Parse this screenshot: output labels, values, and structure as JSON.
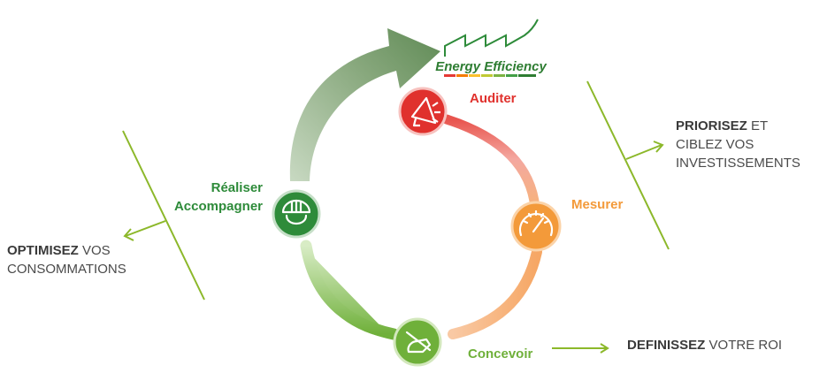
{
  "logo": {
    "text": "Energy Efficiency"
  },
  "steps": {
    "auditer": {
      "label": "Auditer",
      "color": "#e0312d",
      "icon": "megaphone-icon"
    },
    "mesurer": {
      "label": "Mesurer",
      "color": "#f39a3a",
      "icon": "gauge-icon"
    },
    "concevoir": {
      "label": "Concevoir",
      "color": "#6fb03a",
      "icon": "hand-pen-icon"
    },
    "realiser": {
      "label_line1": "Réaliser",
      "label_line2": "Accompagner",
      "color": "#2e8b3a",
      "icon": "worker-helmet-icon"
    }
  },
  "outcomes": {
    "priorisez": {
      "bold": "PRIORISEZ",
      "rest": " ET",
      "line2": "CIBLEZ VOS",
      "line3": "INVESTISSEMENTS"
    },
    "optimisez": {
      "bold": "OPTIMISEZ",
      "rest": " VOS",
      "line2": "CONSOMMATIONS"
    },
    "definissez": {
      "bold": "DEFINISSEZ",
      "rest": " VOTRE ROI"
    }
  },
  "colors": {
    "accent_line": "#8cb82a",
    "big_arrow": "#6f9a63",
    "text": "#4a4a4a"
  }
}
